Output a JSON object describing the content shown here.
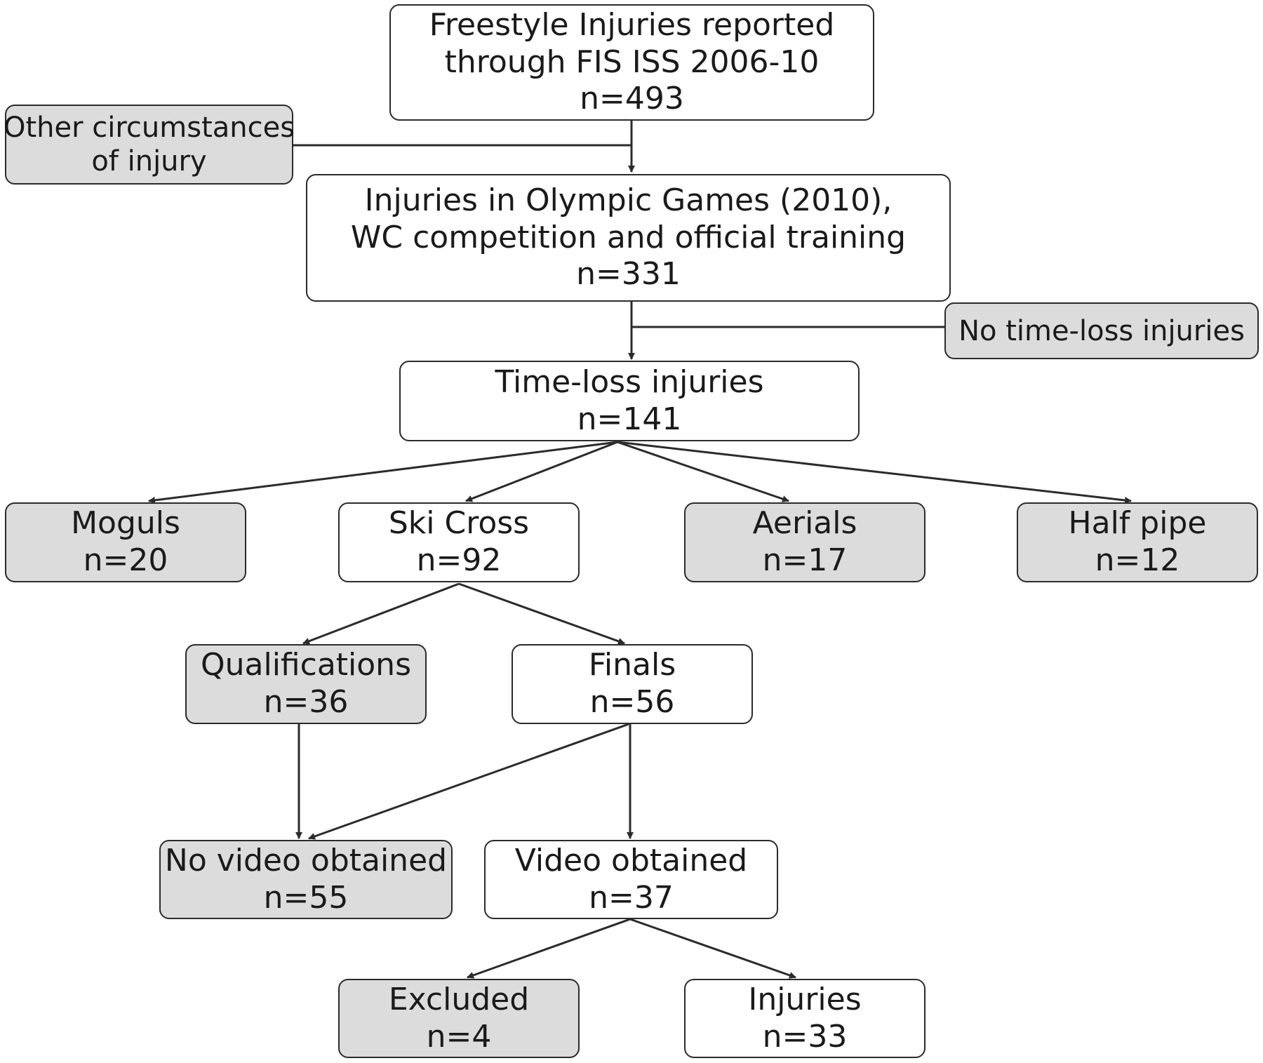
{
  "nodes": {
    "source": {
      "lines": [
        "Freestyle Injuries reported",
        "through FIS ISS 2006-10",
        "n=493"
      ]
    },
    "other_circumstances": {
      "lines": [
        "Other circumstances",
        "of injury"
      ]
    },
    "olympic_wc": {
      "lines": [
        "Injuries in Olympic Games (2010),",
        "WC competition and official training",
        "n=331"
      ]
    },
    "no_time_loss": {
      "lines": [
        "No time-loss injuries"
      ]
    },
    "time_loss": {
      "lines": [
        "Time-loss injuries",
        "n=141"
      ]
    },
    "moguls": {
      "lines": [
        "Moguls",
        "n=20"
      ]
    },
    "ski_cross": {
      "lines": [
        "Ski Cross",
        "n=92"
      ]
    },
    "aerials": {
      "lines": [
        "Aerials",
        "n=17"
      ]
    },
    "half_pipe": {
      "lines": [
        "Half pipe",
        "n=12"
      ]
    },
    "qualifications": {
      "lines": [
        "Qualifications",
        "n=36"
      ]
    },
    "finals": {
      "lines": [
        "Finals",
        "n=56"
      ]
    },
    "no_video": {
      "lines": [
        "No video obtained",
        "n=55"
      ]
    },
    "video_obtained": {
      "lines": [
        "Video obtained",
        "n=37"
      ]
    },
    "excluded": {
      "lines": [
        "Excluded",
        "n=4"
      ]
    },
    "injuries": {
      "lines": [
        "Injuries",
        "n=33"
      ]
    }
  },
  "colors": {
    "included_fill": "#ffffff",
    "excluded_fill": "#dcdcdc",
    "stroke": "#2b2b2b"
  }
}
